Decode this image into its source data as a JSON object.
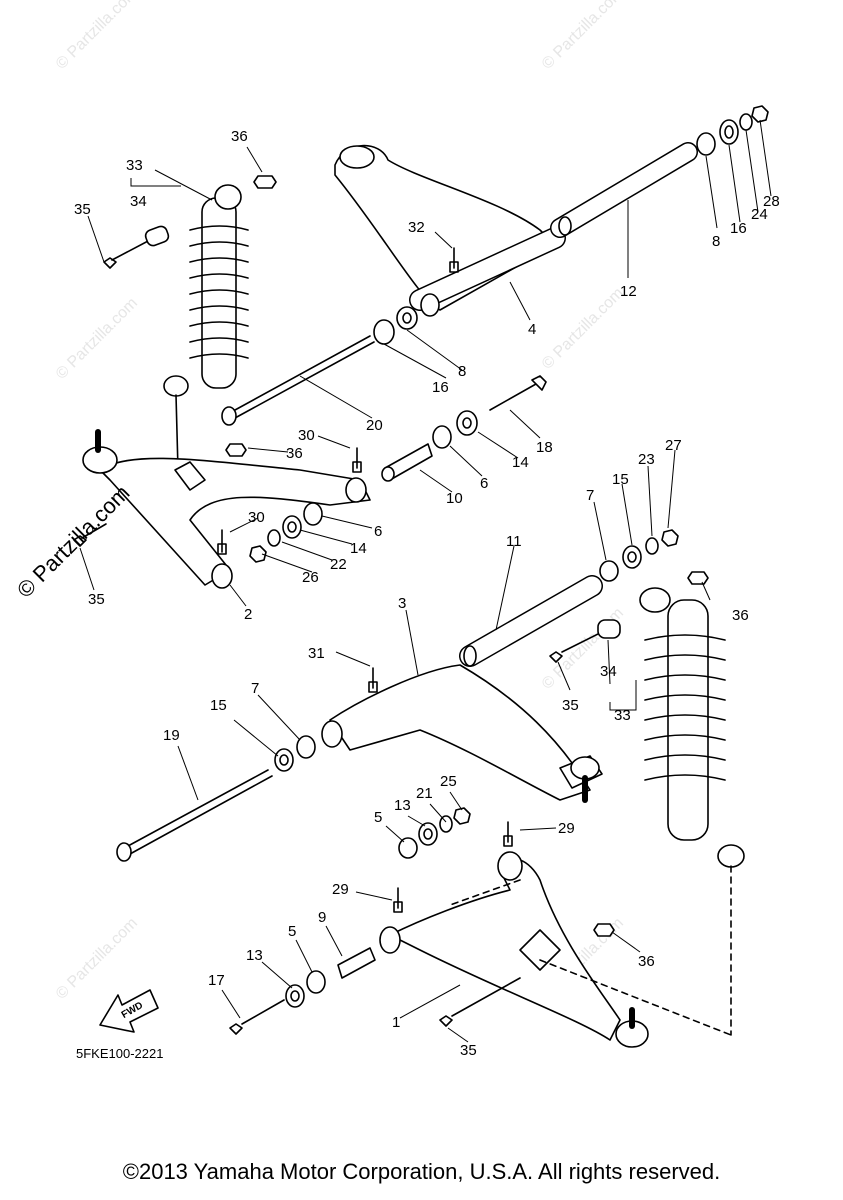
{
  "watermark": "© Partzilla.com",
  "side_watermark": "© Partzilla.com",
  "diagram_code": "5FKE100-2221",
  "fwd_label": "FWD",
  "copyright": "©2013 Yamaha Motor Corporation, U.S.A. All rights reserved.",
  "callouts": [
    {
      "id": "c36a",
      "text": "36"
    },
    {
      "id": "c33a",
      "text": "33"
    },
    {
      "id": "c34a",
      "text": "34"
    },
    {
      "id": "c35a",
      "text": "35"
    },
    {
      "id": "c32",
      "text": "32"
    },
    {
      "id": "c12",
      "text": "12"
    },
    {
      "id": "c8a",
      "text": "8"
    },
    {
      "id": "c16a",
      "text": "16"
    },
    {
      "id": "c24",
      "text": "24"
    },
    {
      "id": "c28",
      "text": "28"
    },
    {
      "id": "c4",
      "text": "4"
    },
    {
      "id": "c8b",
      "text": "8"
    },
    {
      "id": "c16b",
      "text": "16"
    },
    {
      "id": "c20",
      "text": "20"
    },
    {
      "id": "c18",
      "text": "18"
    },
    {
      "id": "c30a",
      "text": "30"
    },
    {
      "id": "c36b",
      "text": "36"
    },
    {
      "id": "c14a",
      "text": "14"
    },
    {
      "id": "c6a",
      "text": "6"
    },
    {
      "id": "c10",
      "text": "10"
    },
    {
      "id": "c30b",
      "text": "30"
    },
    {
      "id": "c6b",
      "text": "6"
    },
    {
      "id": "c14b",
      "text": "14"
    },
    {
      "id": "c22",
      "text": "22"
    },
    {
      "id": "c26",
      "text": "26"
    },
    {
      "id": "c35b",
      "text": "35"
    },
    {
      "id": "c2",
      "text": "2"
    },
    {
      "id": "c7a",
      "text": "7"
    },
    {
      "id": "c15a",
      "text": "15"
    },
    {
      "id": "c23",
      "text": "23"
    },
    {
      "id": "c27",
      "text": "27"
    },
    {
      "id": "c11",
      "text": "11"
    },
    {
      "id": "c36c",
      "text": "36"
    },
    {
      "id": "c3",
      "text": "3"
    },
    {
      "id": "c31",
      "text": "31"
    },
    {
      "id": "c35c",
      "text": "35"
    },
    {
      "id": "c34b",
      "text": "34"
    },
    {
      "id": "c33b",
      "text": "33"
    },
    {
      "id": "c15b",
      "text": "15"
    },
    {
      "id": "c7b",
      "text": "7"
    },
    {
      "id": "c19",
      "text": "19"
    },
    {
      "id": "c25",
      "text": "25"
    },
    {
      "id": "c21",
      "text": "21"
    },
    {
      "id": "c13a",
      "text": "13"
    },
    {
      "id": "c5a",
      "text": "5"
    },
    {
      "id": "c29a",
      "text": "29"
    },
    {
      "id": "c29b",
      "text": "29"
    },
    {
      "id": "c9",
      "text": "9"
    },
    {
      "id": "c5b",
      "text": "5"
    },
    {
      "id": "c13b",
      "text": "13"
    },
    {
      "id": "c17",
      "text": "17"
    },
    {
      "id": "c36d",
      "text": "36"
    },
    {
      "id": "c1",
      "text": "1"
    },
    {
      "id": "c35d",
      "text": "35"
    }
  ]
}
